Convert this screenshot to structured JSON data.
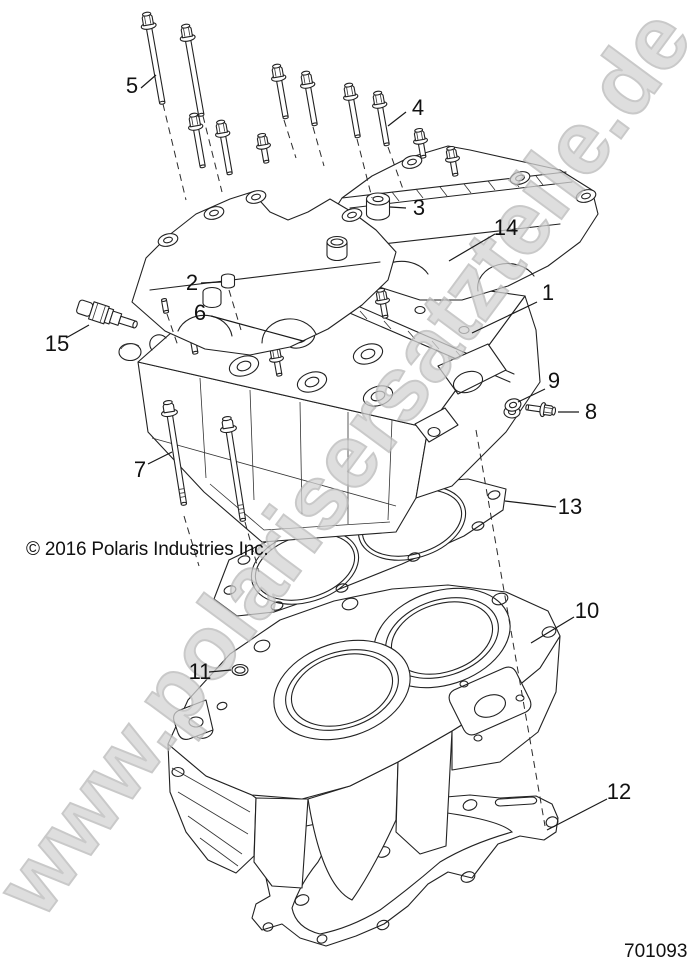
{
  "diagram": {
    "watermark_text": "www.polarisersatzteile.de",
    "copyright": "© 2016 Polaris Industries Inc.",
    "part_number": "701093",
    "colors": {
      "line": "#222222",
      "label": "#111111",
      "watermark": "#d4d4d4",
      "background": "#ffffff"
    },
    "callouts": [
      {
        "label": "1"
      },
      {
        "label": "2"
      },
      {
        "label": "3"
      },
      {
        "label": "4"
      },
      {
        "label": "5"
      },
      {
        "label": "6"
      },
      {
        "label": "7"
      },
      {
        "label": "8"
      },
      {
        "label": "9"
      },
      {
        "label": "10"
      },
      {
        "label": "11"
      },
      {
        "label": "12"
      },
      {
        "label": "13"
      },
      {
        "label": "14"
      },
      {
        "label": "15"
      }
    ]
  }
}
